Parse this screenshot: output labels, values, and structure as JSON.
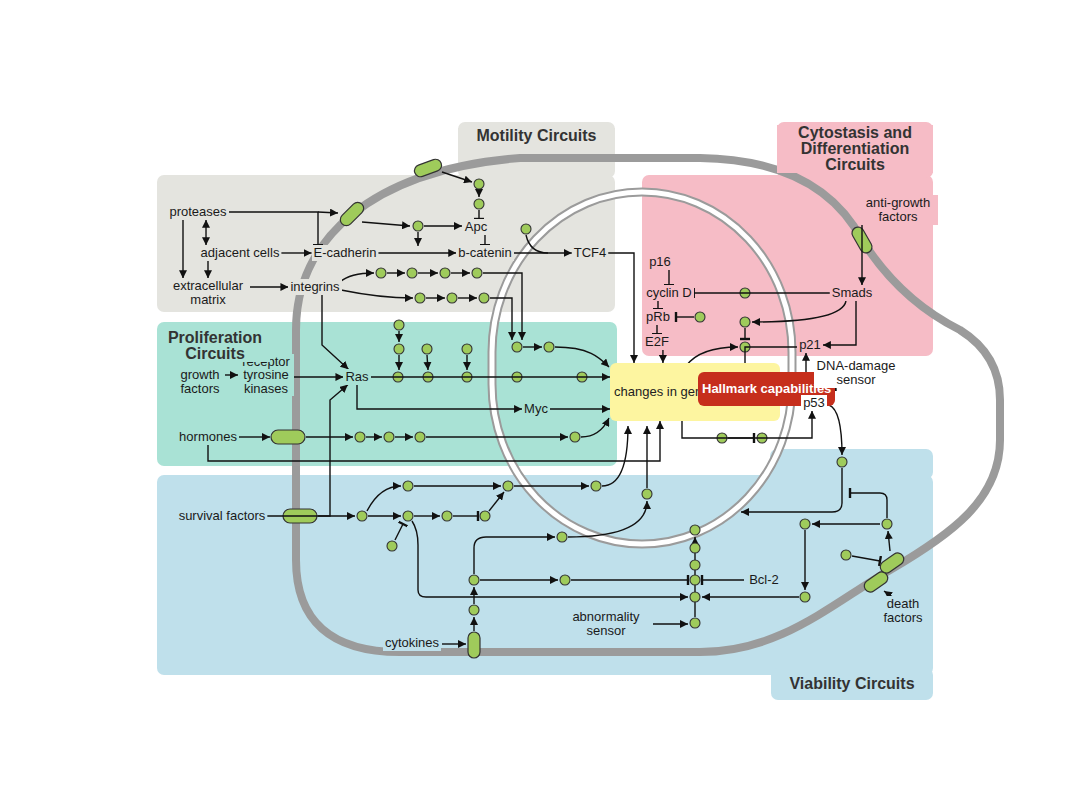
{
  "diagram": {
    "nodes": [
      {
        "text": [
          "Motility Circuits"
        ]
      },
      {
        "text": [
          "proteases"
        ],
        "in": 0
      },
      {
        "text": [
          "adjacent cells"
        ],
        "in": 0
      },
      {
        "text": [
          "E-cadherin"
        ],
        "in": 0
      },
      {
        "text": [
          "extracellular matrix"
        ],
        "in": 0
      },
      {
        "text": [
          "integrins"
        ],
        "in": 0
      },
      {
        "text": [
          "Apc"
        ],
        "in": 0
      },
      {
        "text": [
          "b-catenin"
        ],
        "in": 0
      },
      {
        "text": [
          "TCF4"
        ],
        "in": 0
      },
      {
        "text": [
          "Proliferation Circuits"
        ]
      },
      {
        "text": [
          "growth factors"
        ],
        "in": 9
      },
      {
        "text": [
          "receptor tyrosine kinases"
        ],
        "in": 9
      },
      {
        "text": [
          "Ras"
        ],
        "in": 9
      },
      {
        "text": [
          "Myc"
        ],
        "in": 9
      },
      {
        "text": [
          "hormones"
        ],
        "in": 9
      },
      {
        "text": [
          "Cytostasis and Differentiation Circuits"
        ]
      },
      {
        "text": [
          "anti-growth factors"
        ],
        "in": 15
      },
      {
        "text": [
          "p16"
        ],
        "in": 15
      },
      {
        "text": [
          "cyclin D"
        ],
        "in": 15
      },
      {
        "text": [
          "Smads"
        ],
        "in": 15
      },
      {
        "text": [
          "pRb"
        ],
        "in": 15
      },
      {
        "text": [
          "E2F"
        ],
        "in": 15
      },
      {
        "text": [
          "p21"
        ],
        "in": 15
      },
      {
        "text": [
          "changes in gene expression"
        ]
      },
      {
        "text": [
          "Hallmark capabilities"
        ]
      },
      {
        "text": [
          "p53"
        ]
      },
      {
        "text": [
          "Viability Circuits"
        ]
      },
      {
        "text": [
          "survival factors"
        ],
        "in": 26
      },
      {
        "text": [
          "Bcl-2"
        ],
        "in": 26
      },
      {
        "text": [
          "abnormality sensor"
        ],
        "in": 26
      },
      {
        "text": [
          "cytokines"
        ],
        "in": 26
      },
      {
        "text": [
          "death factors"
        ],
        "in": 26
      }
    ],
    "edges": [
      {
        "from": 1,
        "to": 2,
        "arrow": "both"
      },
      {
        "from": 1,
        "to": 4,
        "arrow": "to"
      },
      {
        "from": 1,
        "to": 3,
        "arrow": "to"
      },
      {
        "from": 2,
        "to": 3,
        "arrow": "to"
      },
      {
        "from": 2,
        "to": 4,
        "arrow": "to"
      },
      {
        "from": 4,
        "to": 5,
        "arrow": "to"
      },
      {
        "from": 3,
        "to": 7,
        "arrow": "to"
      },
      {
        "from": 6,
        "to": 7,
        "arrow": "to"
      },
      {
        "from": 7,
        "to": 8,
        "arrow": "to"
      },
      {
        "from": 8,
        "to": 23,
        "arrow": "to"
      },
      {
        "from": 10,
        "to": 11,
        "arrow": "to"
      },
      {
        "from": 11,
        "to": 12,
        "arrow": "to"
      },
      {
        "from": 5,
        "to": 12,
        "arrow": "to"
      },
      {
        "from": 12,
        "to": 13,
        "arrow": "to"
      },
      {
        "from": 12,
        "to": 23,
        "arrow": "to"
      },
      {
        "from": 13,
        "to": 23,
        "arrow": "to"
      },
      {
        "from": 14,
        "to": 23,
        "arrow": "to"
      },
      {
        "from": 27,
        "to": 12,
        "arrow": "to"
      },
      {
        "from": 16,
        "to": 19,
        "arrow": "to"
      },
      {
        "from": 19,
        "to": 18,
        "arrow": "to"
      },
      {
        "from": 17,
        "to": 18,
        "arrow": "to"
      },
      {
        "from": 18,
        "to": 20,
        "arrow": "to"
      },
      {
        "from": 20,
        "to": 21,
        "arrow": "to"
      },
      {
        "from": 21,
        "to": 23,
        "arrow": "to"
      },
      {
        "from": 19,
        "to": 22,
        "arrow": "to"
      },
      {
        "from": 22,
        "to": 24,
        "arrow": "to"
      },
      {
        "from": 25,
        "to": 22,
        "arrow": "to"
      },
      {
        "from": 23,
        "to": 25,
        "arrow": "to"
      },
      {
        "from": 23,
        "to": 24,
        "arrow": "to"
      }
    ],
    "labels": [
      "DNA-damage sensor"
    ]
  }
}
